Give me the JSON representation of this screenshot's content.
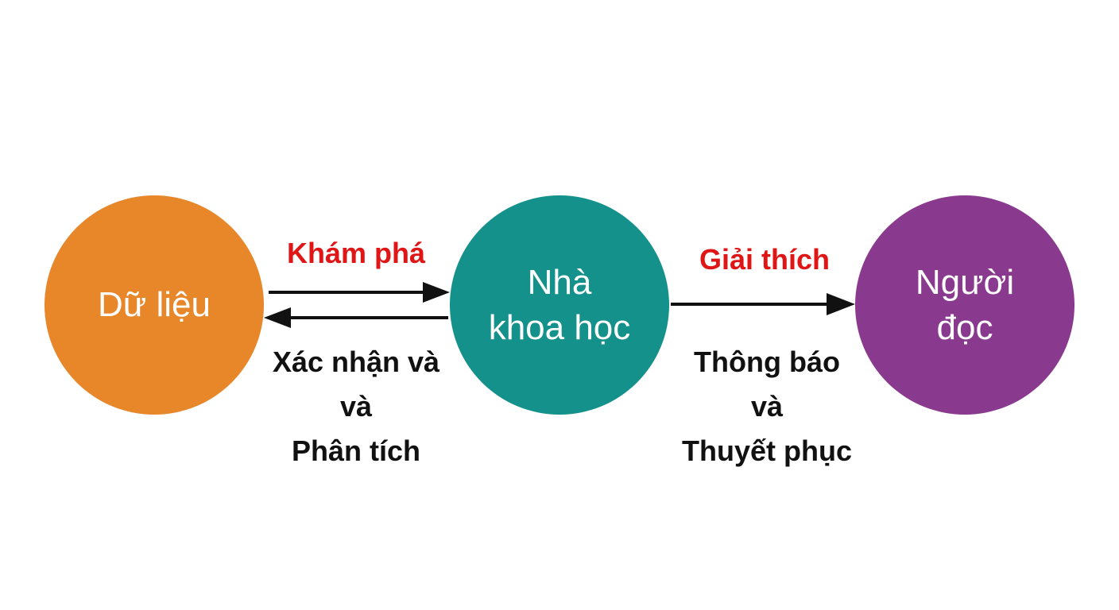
{
  "colors": {
    "data_node": "#e8862a",
    "scientist_node": "#13918a",
    "reader_node": "#8a3a8e",
    "edge_label": "#e01616",
    "arrow": "#111111"
  },
  "nodes": {
    "data": {
      "line1": "Dữ liệu"
    },
    "scientist": {
      "line1": "Nhà",
      "line2": "khoa học"
    },
    "reader": {
      "line1": "Người",
      "line2": "đọc"
    }
  },
  "edges": {
    "explore": {
      "label": "Khám phá",
      "sub_line1": "Xác nhận và",
      "sub_line2": "và",
      "sub_line3": "Phân tích"
    },
    "explain": {
      "label": "Giải thích",
      "sub_line1": "Thông báo",
      "sub_line2": "và",
      "sub_line3": "Thuyết phục"
    }
  }
}
